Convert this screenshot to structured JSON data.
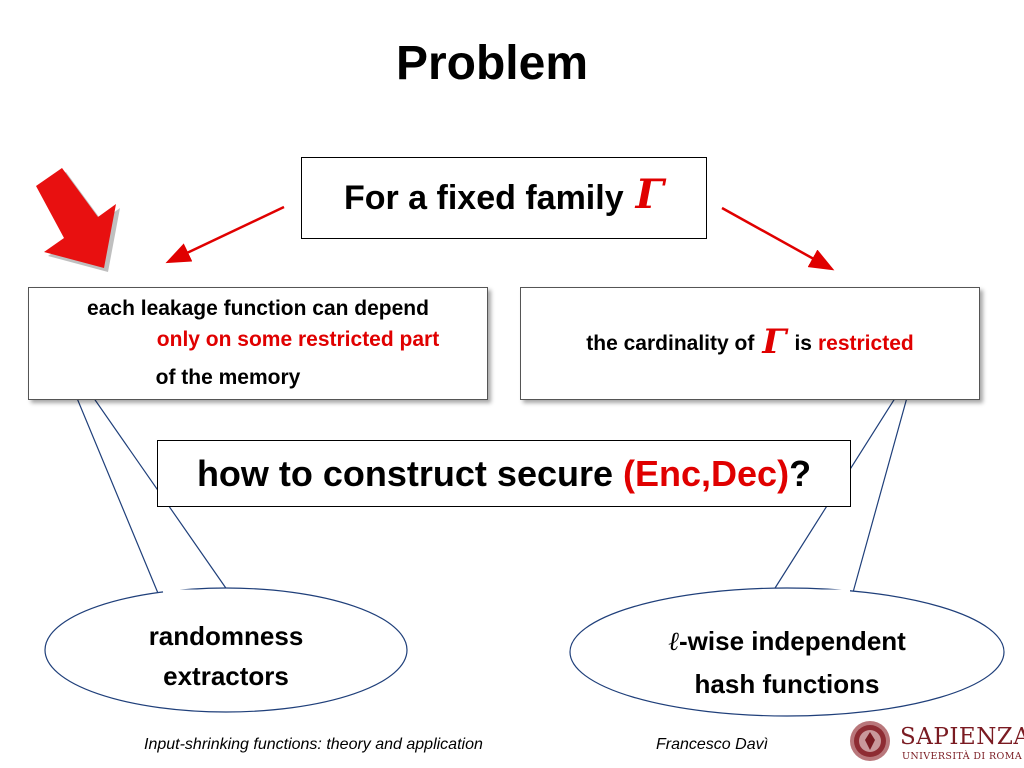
{
  "slide": {
    "title": "Problem",
    "fixed_family": {
      "text": "For a fixed family",
      "symbol": "Γ"
    },
    "left_box": {
      "line1": "each leakage function can depend",
      "line2": "only on some restricted part",
      "line3": "of the memory"
    },
    "right_box": {
      "prefix": "the cardinality of",
      "symbol": "Γ",
      "middle": "is",
      "highlight": "restricted"
    },
    "question": {
      "prefix": "how to construct secure",
      "highlight": "(Enc,Dec)",
      "suffix": "?"
    },
    "left_callout": {
      "line1": "randomness",
      "line2": "extractors"
    },
    "right_callout": {
      "symbol": "ℓ",
      "line1": "-wise independent",
      "line2": "hash functions"
    }
  },
  "footer": {
    "title": "Input-shrinking functions: theory and application",
    "author": "Francesco Davì"
  },
  "logo": {
    "name": "SAPIENZA",
    "subtitle": "UNIVERSITÀ DI ROMA"
  },
  "colors": {
    "highlight": "#e00000",
    "callout_line": "#1f3f7a",
    "logo": "#7a1b22"
  }
}
